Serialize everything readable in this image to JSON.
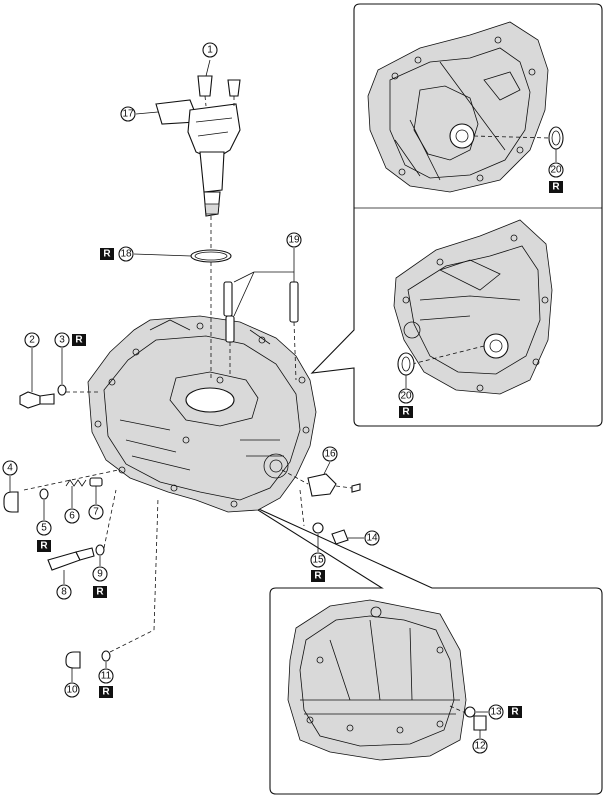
{
  "callouts": [
    {
      "key": "c1",
      "label": "1"
    },
    {
      "key": "c2",
      "label": "2"
    },
    {
      "key": "c3",
      "label": "3"
    },
    {
      "key": "c4",
      "label": "4"
    },
    {
      "key": "c5",
      "label": "5"
    },
    {
      "key": "c6",
      "label": "6"
    },
    {
      "key": "c7",
      "label": "7"
    },
    {
      "key": "c8",
      "label": "8"
    },
    {
      "key": "c9",
      "label": "9"
    },
    {
      "key": "c10",
      "label": "10"
    },
    {
      "key": "c11",
      "label": "11"
    },
    {
      "key": "c12",
      "label": "12"
    },
    {
      "key": "c13",
      "label": "13"
    },
    {
      "key": "c14",
      "label": "14"
    },
    {
      "key": "c15",
      "label": "15"
    },
    {
      "key": "c16",
      "label": "16"
    },
    {
      "key": "c17",
      "label": "17"
    },
    {
      "key": "c18",
      "label": "18"
    },
    {
      "key": "c19",
      "label": "19"
    },
    {
      "key": "c20a",
      "label": "20"
    },
    {
      "key": "c20b",
      "label": "20"
    }
  ],
  "replace_marks": [
    {
      "key": "r3",
      "label": "R"
    },
    {
      "key": "r5",
      "label": "R"
    },
    {
      "key": "r9",
      "label": "R"
    },
    {
      "key": "r11",
      "label": "R"
    },
    {
      "key": "r13",
      "label": "R"
    },
    {
      "key": "r15",
      "label": "R"
    },
    {
      "key": "r18",
      "label": "R"
    },
    {
      "key": "r20a",
      "label": "R"
    },
    {
      "key": "r20b",
      "label": "R"
    }
  ]
}
